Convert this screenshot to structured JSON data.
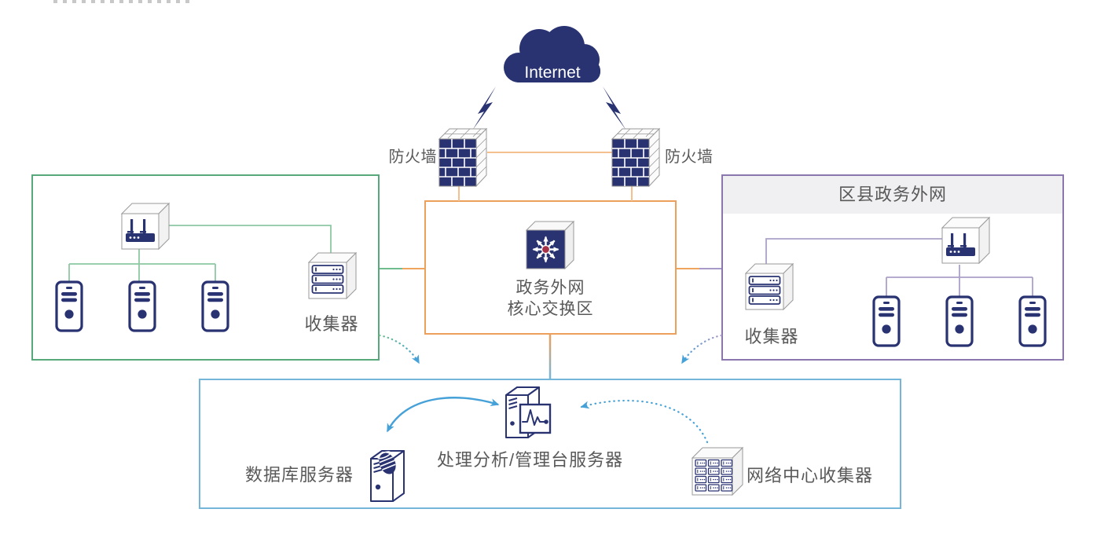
{
  "colors": {
    "navy": "#293372",
    "orange": "#eda05c",
    "green": "#57a87a",
    "purple": "#8a77ae",
    "blue": "#74b6da",
    "arrow_blue": "#45a1d8",
    "switch_red": "#a53246",
    "label_gray": "#595959",
    "band_gray": "#f0eff1"
  },
  "internet": {
    "label": "Internet"
  },
  "firewalls": {
    "left_label": "防火墙",
    "right_label": "防火墙"
  },
  "core_zone": {
    "title_line1": "政务外网",
    "title_line2": "核心交换区"
  },
  "left_zone": {
    "collector_label": "收集器"
  },
  "right_zone": {
    "title": "区县政务外网",
    "collector_label": "收集器"
  },
  "bottom_zone": {
    "database_label": "数据库服务器",
    "processing_label": "处理分析/管理台服务器",
    "network_collector_label": "网络中心收集器"
  }
}
